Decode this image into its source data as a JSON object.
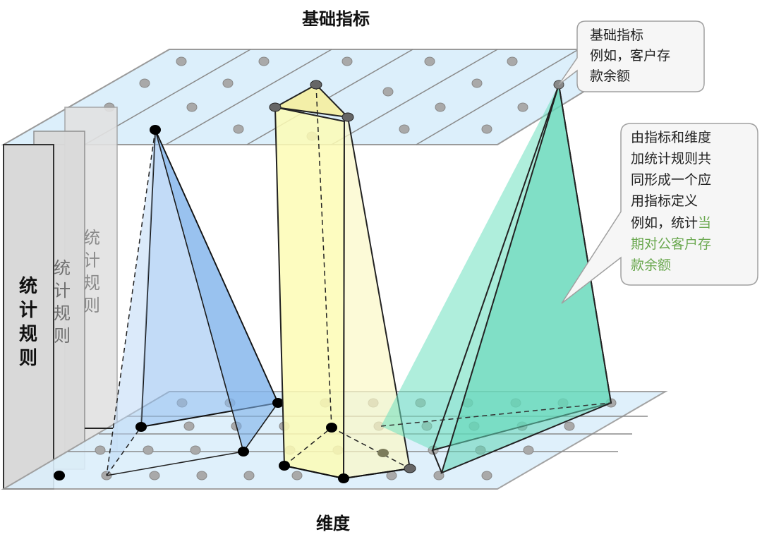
{
  "top_label": "基础指标",
  "bottom_label": "维度",
  "rule_panels": [
    {
      "label": "统计规则",
      "lines": [
        "统",
        "计",
        "规",
        "则"
      ]
    },
    {
      "label": "统计规则",
      "lines": [
        "统",
        "计",
        "规",
        "则"
      ]
    },
    {
      "label": "统计规则",
      "lines": [
        "统",
        "计",
        "规",
        "则"
      ]
    }
  ],
  "callout_top": {
    "lines": [
      "基础指标",
      "例如，客户存",
      "款余额"
    ]
  },
  "callout_right": {
    "lines": [
      "由指标和维度",
      "加统计规则共",
      "同形成一个应",
      "用指标定义"
    ],
    "example_prefix": "例如，统计",
    "example_highlight_lines": [
      "当",
      "期对公客户存",
      "款余额"
    ],
    "highlight_color": "#6aa84f"
  },
  "colors": {
    "plane_fill": "#dceffb",
    "plane_stroke": "#9a9a9a",
    "panel_fill": "#d9d9d9",
    "pyramid_blue": "#8fbdf0",
    "prism_yellow": "#fdfbb5",
    "pyramid_teal": "#6ee0c0"
  }
}
